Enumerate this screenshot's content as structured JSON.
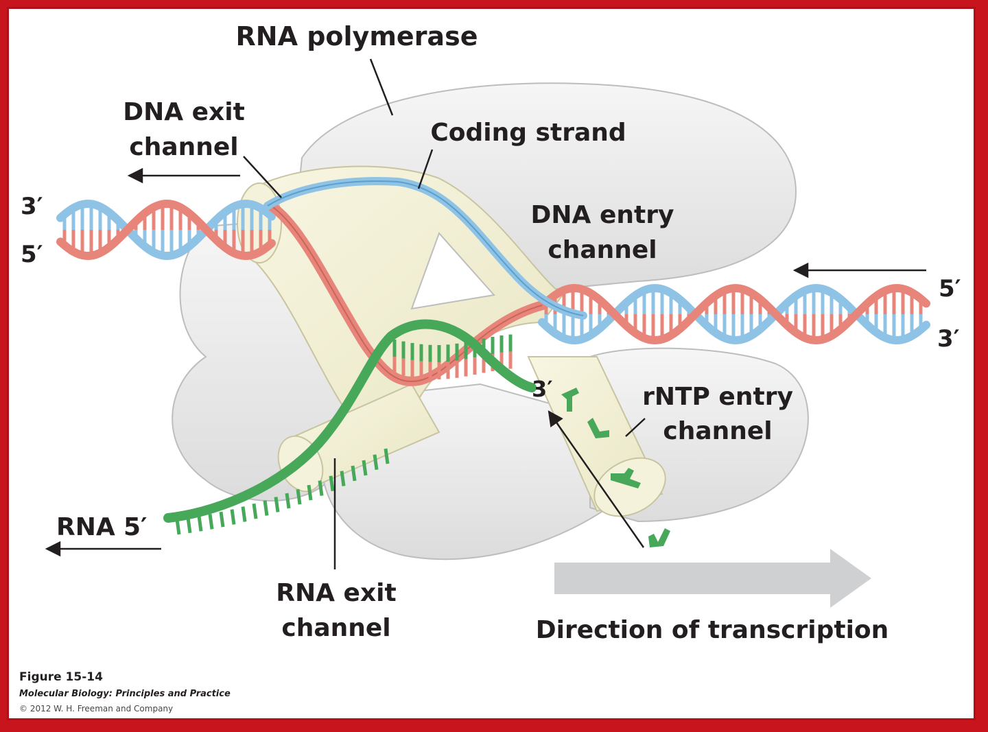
{
  "labels": {
    "rna_polymerase": "RNA polymerase",
    "dna_exit_1": "DNA exit",
    "dna_exit_2": "channel",
    "coding_strand": "Coding strand",
    "dna_entry_1": "DNA entry",
    "dna_entry_2": "channel",
    "rntp_entry_1": "rNTP entry",
    "rntp_entry_2": "channel",
    "rna_exit_1": "RNA exit",
    "rna_exit_2": "channel",
    "left_3prime": "3′",
    "left_5prime": "5′",
    "right_5prime": "5′",
    "right_3prime": "3′",
    "rna_3prime": "3′",
    "rna": "RNA",
    "rna_5prime": "5′",
    "direction": "Direction of transcription"
  },
  "caption": {
    "figure": "Figure 15-14",
    "book": "Molecular Biology: Principles and Practice",
    "copyright": "© 2012 W. H. Freeman and Company"
  },
  "colors": {
    "border": "#c8141c",
    "polymerase": "#e6e6e6",
    "channel": "#f1efd2",
    "template_strand": "#e8857a",
    "coding_strand": "#8fc3e6",
    "rna": "#48a85a",
    "arrow_gray": "#cfd0d2"
  }
}
